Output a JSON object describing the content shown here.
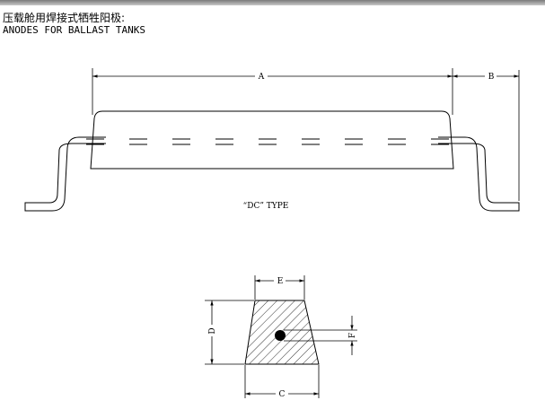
{
  "header": {
    "title_cn": "压载舱用焊接式牺牲阳极:",
    "title_en": "ANODES FOR BALLAST TANKS"
  },
  "top_view": {
    "dim_a": "A",
    "dim_b": "B",
    "type_label": "“DC” TYPE"
  },
  "section_view": {
    "dim_c": "C",
    "dim_d": "D",
    "dim_e": "E",
    "dim_f": "F"
  }
}
